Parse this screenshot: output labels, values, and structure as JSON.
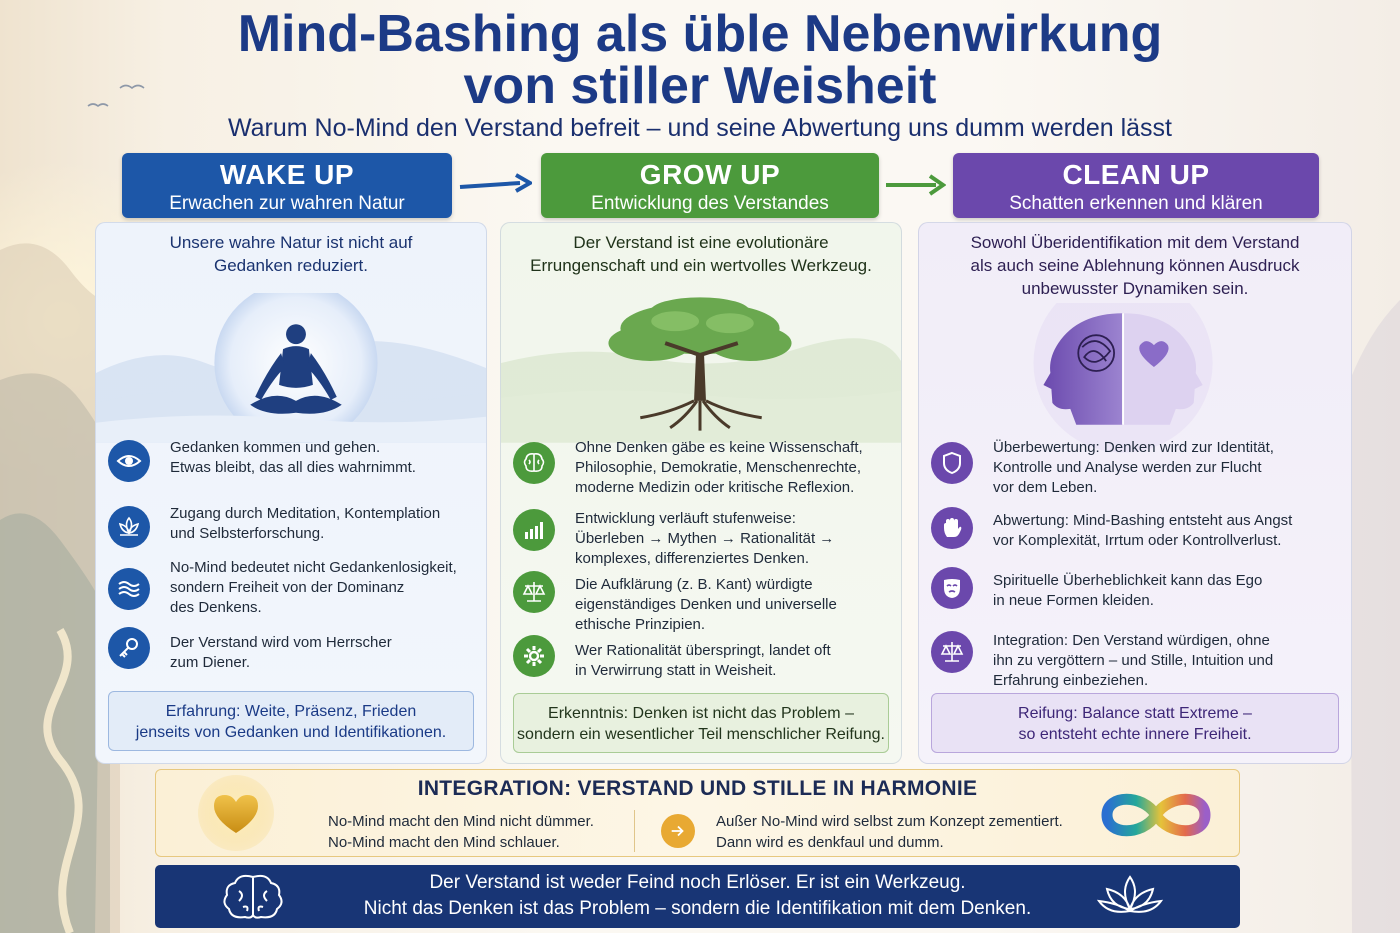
{
  "title": {
    "line1": "Mind-Bashing als üble Nebenwirkung",
    "line2": "von stiller Weisheit",
    "subtitle": "Warum No-Mind den Verstand befreit – und seine Abwertung uns dumm werden lässt"
  },
  "columns": [
    {
      "title": "WAKE UP",
      "subtitle": "Erwachen zur wahren Natur",
      "color": "#1d57a8",
      "intro": [
        "Unsere wahre Natur ist nicht auf",
        "Gedanken reduziert."
      ],
      "items": [
        {
          "icon": "eye-icon",
          "lines": [
            "Gedanken kommen und gehen.",
            "Etwas bleibt, das all dies wahrnimmt."
          ]
        },
        {
          "icon": "lotus-icon",
          "lines": [
            "Zugang durch Meditation, Kontemplation",
            "und Selbsterforschung."
          ]
        },
        {
          "icon": "waves-icon",
          "lines": [
            "No-Mind bedeutet nicht Gedankenlosigkeit,",
            "sondern Freiheit von der Dominanz",
            "des Denkens."
          ]
        },
        {
          "icon": "key-icon",
          "lines": [
            "Der Verstand wird vom Herrscher",
            "zum Diener."
          ]
        }
      ],
      "footer": {
        "label": "Erfahrung:",
        "lines": [
          "Weite, Präsenz, Frieden",
          "jenseits von Gedanken und Identifikationen."
        ]
      }
    },
    {
      "title": "GROW UP",
      "subtitle": "Entwicklung des Verstandes",
      "color": "#4c9a3c",
      "intro": [
        "Der Verstand ist eine evolutionäre",
        "Errungenschaft und ein wertvolles Werkzeug."
      ],
      "items": [
        {
          "icon": "brain-icon",
          "lines": [
            "Ohne Denken gäbe es keine Wissenschaft,",
            "Philosophie, Demokratie, Menschenrechte,",
            "moderne Medizin oder kritische Reflexion."
          ]
        },
        {
          "icon": "growth-chart-icon",
          "lines": [
            "Entwicklung verläuft stufenweise:",
            "Überleben → Mythen → Rationalität →",
            "komplexes, differenziertes Denken."
          ]
        },
        {
          "icon": "scales-icon",
          "lines": [
            "Die Aufklärung (z. B. Kant) würdigte",
            "eigenständiges Denken und universelle",
            "ethische Prinzipien."
          ]
        },
        {
          "icon": "gear-icon",
          "lines": [
            "Wer Rationalität überspringt, landet oft",
            "in Verwirrung statt in Weisheit."
          ]
        }
      ],
      "footer": {
        "label": "Erkenntnis:",
        "lines": [
          "Denken ist nicht das Problem –",
          "sondern ein wesentlicher Teil menschlicher Reifung."
        ]
      }
    },
    {
      "title": "CLEAN UP",
      "subtitle": "Schatten erkennen und klären",
      "color": "#6b48ac",
      "intro": [
        "Sowohl Überidentifikation mit dem Verstand",
        "als auch seine Ablehnung können Ausdruck",
        "unbewusster Dynamiken sein."
      ],
      "items": [
        {
          "icon": "shield-icon",
          "lines": [
            "Überbewertung: Denken wird zur Identität,",
            "Kontrolle und Analyse werden zur Flucht",
            "vor dem Leben."
          ]
        },
        {
          "icon": "hand-icon",
          "lines": [
            "Abwertung: Mind-Bashing entsteht aus Angst",
            "vor Komplexität, Irrtum oder Kontrollverlust."
          ]
        },
        {
          "icon": "mask-icon",
          "lines": [
            "Spirituelle Überheblichkeit kann das Ego",
            "in neue Formen kleiden."
          ]
        },
        {
          "icon": "balance-icon",
          "lines": [
            "Integration: Den Verstand würdigen, ohne",
            "ihn zu vergöttern – und Stille, Intuition und",
            "Erfahrung einbeziehen."
          ]
        }
      ],
      "footer": {
        "label": "Reifung:",
        "lines": [
          "Balance statt Extreme –",
          "so entsteht echte innere Freiheit."
        ]
      }
    }
  ],
  "integration": {
    "title": "INTEGRATION: VERSTAND UND STILLE IN HARMONIE",
    "left": [
      "No-Mind macht den Mind nicht dümmer.",
      "No-Mind macht den Mind schlauer."
    ],
    "right": [
      "Außer No-Mind wird selbst zum Konzept zementiert.",
      "Dann wird es denkfaul und dumm."
    ]
  },
  "bottom": {
    "line1": "Der Verstand ist weder Feind noch Erlöser. Er ist ein Werkzeug.",
    "line2": "Nicht das Denken ist das Problem – sondern die Identifikation mit dem Denken."
  }
}
